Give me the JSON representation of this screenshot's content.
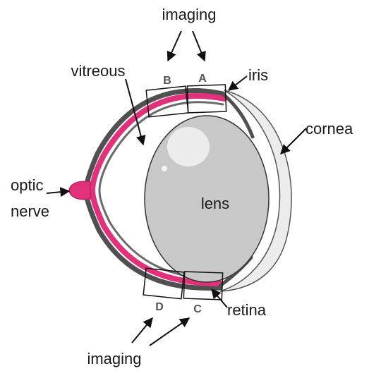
{
  "labels": {
    "imaging_top": "imaging",
    "imaging_bottom": "imaging",
    "vitreous": "vitreous",
    "iris": "iris",
    "cornea": "cornea",
    "optic_nerve_line1": "optic",
    "optic_nerve_line2": "nerve",
    "lens": "lens",
    "retina": "retina",
    "box_a": "A",
    "box_b": "B",
    "box_c": "C",
    "box_d": "D"
  },
  "colors": {
    "retina": "#e0317a",
    "sclera": "#505050",
    "lens_fill": "#c8c8c8",
    "cornea_fill": "#ececec",
    "outline": "#333333"
  }
}
